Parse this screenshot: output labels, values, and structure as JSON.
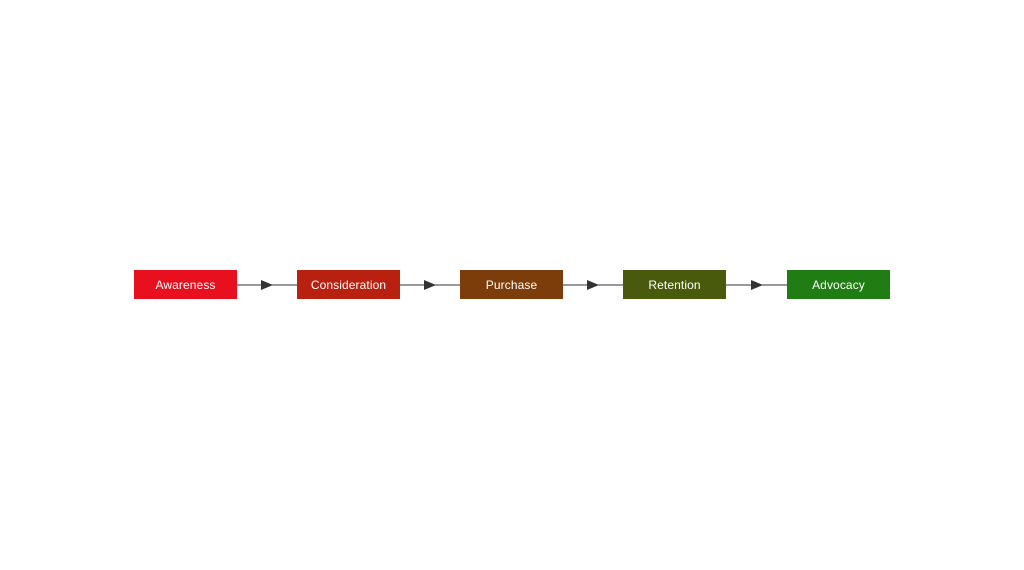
{
  "diagram": {
    "nodes": [
      {
        "label": "Awareness",
        "color": "#e8101e"
      },
      {
        "label": "Consideration",
        "color": "#b8200f"
      },
      {
        "label": "Purchase",
        "color": "#7c3d0a"
      },
      {
        "label": "Retention",
        "color": "#4a5a0c"
      },
      {
        "label": "Advocacy",
        "color": "#1f7d14"
      }
    ],
    "edges": [
      {
        "from": "Awareness",
        "to": "Consideration"
      },
      {
        "from": "Consideration",
        "to": "Purchase"
      },
      {
        "from": "Purchase",
        "to": "Retention"
      },
      {
        "from": "Retention",
        "to": "Advocacy"
      }
    ],
    "edge_color": "#333333"
  }
}
